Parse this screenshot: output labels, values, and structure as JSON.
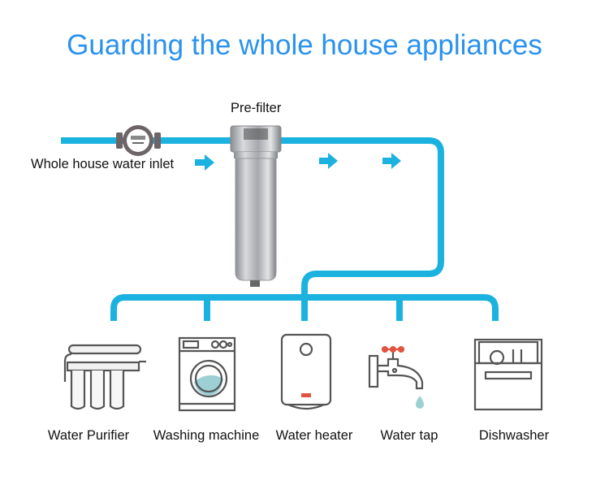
{
  "title": "Guarding the whole house appliances",
  "inlet_label": "Whole house water inlet",
  "prefilter_label": "Pre-filter",
  "colors": {
    "pipe": "#1cb2e0",
    "title": "#2a92ee",
    "icon_stroke": "#555555",
    "accent_red": "#e0533f",
    "water": "#9cd0d4"
  },
  "appliances": [
    {
      "label": "Water Purifier",
      "icon": "water-purifier-icon"
    },
    {
      "label": "Washing machine",
      "icon": "washing-machine-icon"
    },
    {
      "label": "Water heater",
      "icon": "water-heater-icon"
    },
    {
      "label": "Water tap",
      "icon": "water-tap-icon"
    },
    {
      "label": "Dishwasher",
      "icon": "dishwasher-icon"
    }
  ]
}
